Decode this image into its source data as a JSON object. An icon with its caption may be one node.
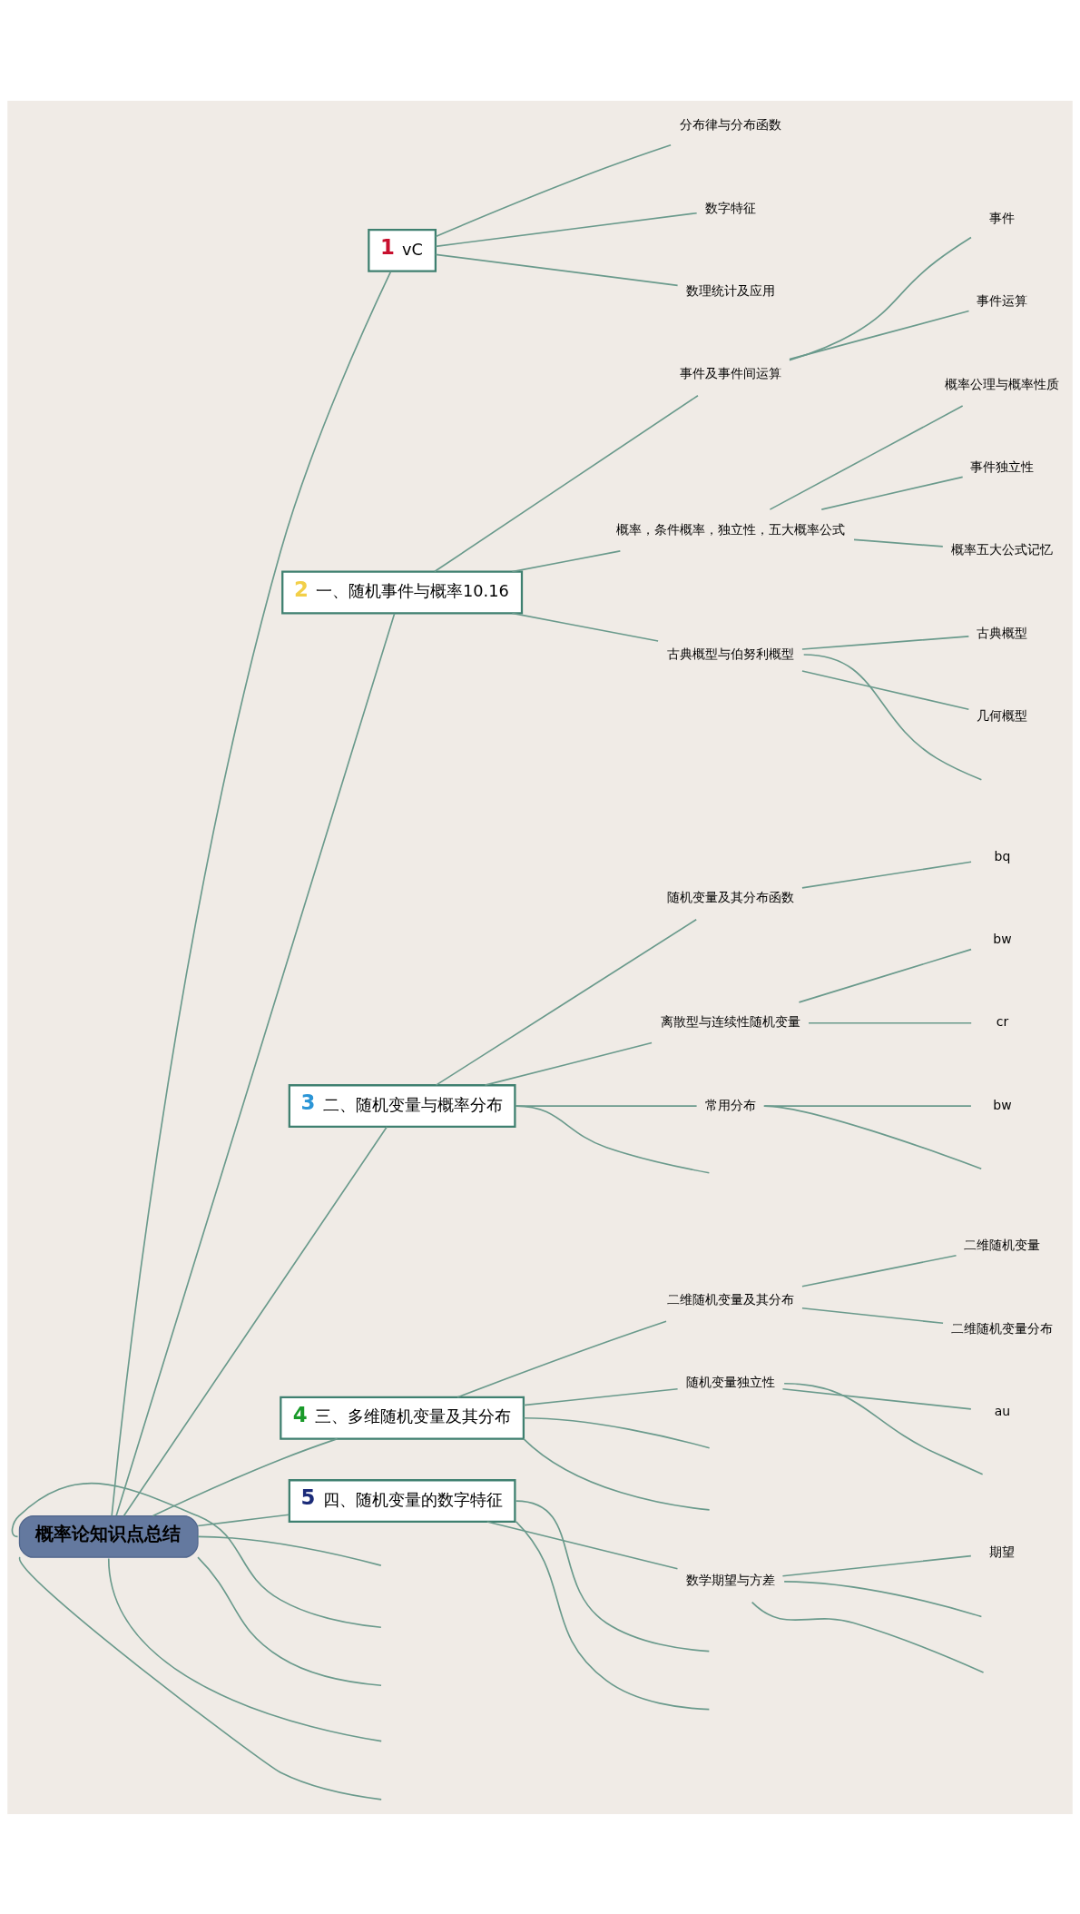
{
  "diagram": {
    "nodes": [
      {
        "text": [
          "概率论知识点总结"
        ]
      },
      {
        "text": [
          "1",
          "vC"
        ]
      },
      {
        "text": [
          "分布律与分布函数"
        ]
      },
      {
        "text": [
          "数字特征"
        ]
      },
      {
        "text": [
          "数理统计及应用"
        ]
      },
      {
        "text": [
          "2",
          "一、随机事件与概率10.16"
        ]
      },
      {
        "text": [
          "事件及事件间运算"
        ]
      },
      {
        "text": [
          "事件"
        ]
      },
      {
        "text": [
          "事件运算"
        ]
      },
      {
        "text": [
          "概率，条件概率，独立性，五大概率公式"
        ]
      },
      {
        "text": [
          "概率公理与概率性质"
        ]
      },
      {
        "text": [
          "事件独立性"
        ]
      },
      {
        "text": [
          "概率五大公式记忆"
        ]
      },
      {
        "text": [
          "古典概型与伯努利概型"
        ]
      },
      {
        "text": [
          "古典概型"
        ]
      },
      {
        "text": [
          "几何概型"
        ]
      },
      {
        "text": [
          "3",
          "二、随机变量与概率分布"
        ]
      },
      {
        "text": [
          "随机变量及其分布函数"
        ]
      },
      {
        "text": [
          "bq"
        ]
      },
      {
        "text": [
          "离散型与连续性随机变量"
        ]
      },
      {
        "text": [
          "bw"
        ]
      },
      {
        "text": [
          "cr"
        ]
      },
      {
        "text": [
          "常用分布"
        ]
      },
      {
        "text": [
          "bw"
        ]
      },
      {
        "text": [
          "4",
          "三、多维随机变量及其分布"
        ]
      },
      {
        "text": [
          "二维随机变量及其分布"
        ]
      },
      {
        "text": [
          "二维随机变量"
        ]
      },
      {
        "text": [
          "二维随机变量分布"
        ]
      },
      {
        "text": [
          "随机变量独立性"
        ]
      },
      {
        "text": [
          "au"
        ]
      },
      {
        "text": [
          "5",
          "四、随机变量的数字特征"
        ]
      },
      {
        "text": [
          "数学期望与方差"
        ]
      },
      {
        "text": [
          "期望"
        ]
      }
    ],
    "edges": [
      {
        "from": 0,
        "to": 1,
        "arrow": "none"
      },
      {
        "from": 1,
        "to": 2,
        "arrow": "none"
      },
      {
        "from": 1,
        "to": 3,
        "arrow": "none"
      },
      {
        "from": 1,
        "to": 4,
        "arrow": "none"
      },
      {
        "from": 0,
        "to": 5,
        "arrow": "none"
      },
      {
        "from": 5,
        "to": 6,
        "arrow": "none"
      },
      {
        "from": 6,
        "to": 7,
        "arrow": "none"
      },
      {
        "from": 6,
        "to": 8,
        "arrow": "none"
      },
      {
        "from": 5,
        "to": 9,
        "arrow": "none"
      },
      {
        "from": 9,
        "to": 10,
        "arrow": "none"
      },
      {
        "from": 9,
        "to": 11,
        "arrow": "none"
      },
      {
        "from": 9,
        "to": 12,
        "arrow": "none"
      },
      {
        "from": 5,
        "to": 13,
        "arrow": "none"
      },
      {
        "from": 13,
        "to": 14,
        "arrow": "none"
      },
      {
        "from": 13,
        "to": 15,
        "arrow": "none"
      },
      {
        "from": 13,
        "to": null,
        "arrow": "none"
      },
      {
        "from": 0,
        "to": 16,
        "arrow": "none"
      },
      {
        "from": 16,
        "to": 17,
        "arrow": "none"
      },
      {
        "from": 17,
        "to": 18,
        "arrow": "none"
      },
      {
        "from": 16,
        "to": 19,
        "arrow": "none"
      },
      {
        "from": 19,
        "to": 20,
        "arrow": "none"
      },
      {
        "from": 19,
        "to": 21,
        "arrow": "none"
      },
      {
        "from": 16,
        "to": 22,
        "arrow": "none"
      },
      {
        "from": 22,
        "to": 23,
        "arrow": "none"
      },
      {
        "from": 22,
        "to": null,
        "arrow": "none"
      },
      {
        "from": 16,
        "to": null,
        "arrow": "none"
      },
      {
        "from": 0,
        "to": 24,
        "arrow": "none"
      },
      {
        "from": 24,
        "to": 25,
        "arrow": "none"
      },
      {
        "from": 25,
        "to": 26,
        "arrow": "none"
      },
      {
        "from": 25,
        "to": 27,
        "arrow": "none"
      },
      {
        "from": 24,
        "to": 28,
        "arrow": "none"
      },
      {
        "from": 28,
        "to": 29,
        "arrow": "none"
      },
      {
        "from": 28,
        "to": null,
        "arrow": "none"
      },
      {
        "from": 24,
        "to": null,
        "arrow": "none"
      },
      {
        "from": 24,
        "to": null,
        "arrow": "none"
      },
      {
        "from": 0,
        "to": 30,
        "arrow": "none"
      },
      {
        "from": 30,
        "to": 31,
        "arrow": "none"
      },
      {
        "from": 31,
        "to": 32,
        "arrow": "none"
      },
      {
        "from": 31,
        "to": null,
        "arrow": "none"
      },
      {
        "from": 31,
        "to": null,
        "arrow": "none"
      },
      {
        "from": 30,
        "to": null,
        "arrow": "none"
      },
      {
        "from": 30,
        "to": null,
        "arrow": "none"
      },
      {
        "from": 0,
        "to": null,
        "arrow": "none"
      },
      {
        "from": 0,
        "to": null,
        "arrow": "none"
      },
      {
        "from": 0,
        "to": null,
        "arrow": "none"
      },
      {
        "from": 0,
        "to": null,
        "arrow": "none"
      },
      {
        "from": 0,
        "to": null,
        "arrow": "none"
      }
    ]
  }
}
